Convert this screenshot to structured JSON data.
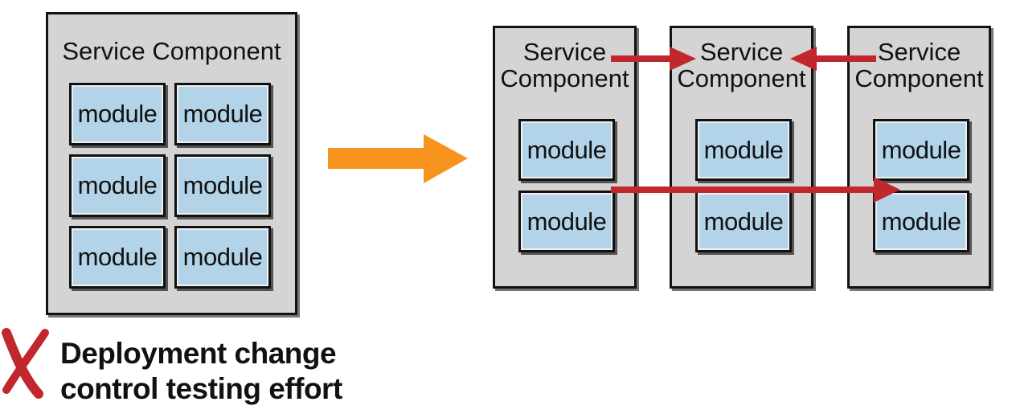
{
  "left": {
    "title": "Service Component",
    "modules": [
      "module",
      "module",
      "module",
      "module",
      "module",
      "module"
    ]
  },
  "right": {
    "components": [
      {
        "title_line1": "Service",
        "title_line2": "Component",
        "modules": [
          "module",
          "module"
        ]
      },
      {
        "title_line1": "Service",
        "title_line2": "Component",
        "modules": [
          "module",
          "module"
        ]
      },
      {
        "title_line1": "Service",
        "title_line2": "Component",
        "modules": [
          "module",
          "module"
        ]
      }
    ]
  },
  "caption": {
    "line1": "Deployment change",
    "line2": "control testing effort"
  },
  "colors": {
    "component_fill": "#d4d4d4",
    "module_fill": "#b3d3e8",
    "transform_arrow": "#f7941d",
    "dependency_arrow": "#c1272d",
    "x_mark": "#c1272d"
  },
  "icons": {
    "transform": "right-arrow-icon",
    "negative": "x-mark-icon"
  }
}
